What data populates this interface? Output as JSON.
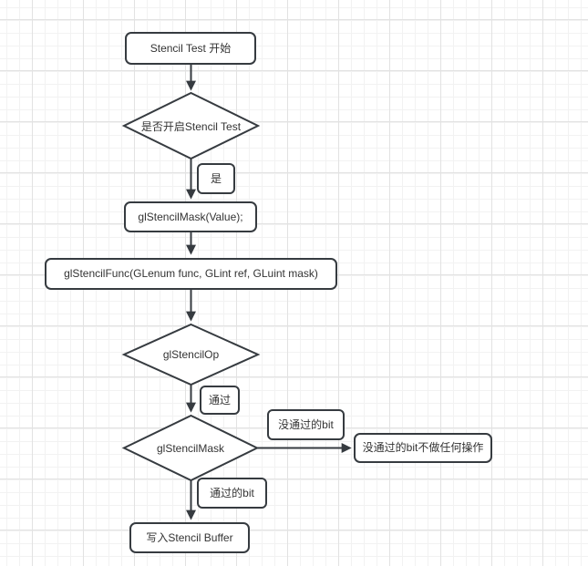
{
  "theme": {
    "stroke": "#363b40",
    "text": "#333333",
    "node-bg": "#ffffff",
    "canvas-bg": "#ffffff",
    "grid-minor": "#f2f2f2",
    "grid-major": "#e2e2e2"
  },
  "diagram": {
    "nodes": {
      "start": {
        "label": "Stencil Test 开始",
        "type": "process"
      },
      "enable_check": {
        "label": "是否开启Stencil Test",
        "type": "decision"
      },
      "yes": {
        "label": "是",
        "type": "edge-label"
      },
      "mask_call": {
        "label": "glStencilMask(Value);",
        "type": "process"
      },
      "func_call": {
        "label": "glStencilFunc(GLenum func, GLint ref, GLuint mask)",
        "type": "process"
      },
      "op": {
        "label": "glStencilOp",
        "type": "decision"
      },
      "pass": {
        "label": "通过",
        "type": "edge-label"
      },
      "mask_check": {
        "label": "glStencilMask",
        "type": "decision"
      },
      "fail_bits": {
        "label": "没通过的bit",
        "type": "edge-label"
      },
      "fail_noop": {
        "label": "没通过的bit不做任何操作",
        "type": "process"
      },
      "pass_bits": {
        "label": "通过的bit",
        "type": "edge-label"
      },
      "write": {
        "label": "写入Stencil Buffer",
        "type": "process"
      }
    },
    "edges": [
      {
        "from": "start",
        "to": "enable_check"
      },
      {
        "from": "enable_check",
        "to": "mask_call",
        "label_node": "yes"
      },
      {
        "from": "mask_call",
        "to": "func_call"
      },
      {
        "from": "func_call",
        "to": "op"
      },
      {
        "from": "op",
        "to": "mask_check",
        "label_node": "pass"
      },
      {
        "from": "mask_check",
        "to": "fail_noop",
        "label_node": "fail_bits"
      },
      {
        "from": "mask_check",
        "to": "write",
        "label_node": "pass_bits"
      }
    ]
  }
}
